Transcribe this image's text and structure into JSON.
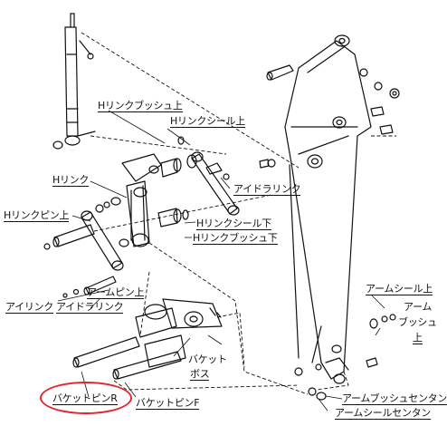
{
  "labels": {
    "h_link_bush_upper": "Hリンクブッシュ上",
    "h_link_seal_upper": "Hリンクシール上",
    "h_link": "Hリンク",
    "idler_link_right": "アイドラリンク",
    "h_link_pin_upper": "Hリンクピン上",
    "h_link_seal_lower": "Hリンクシール下",
    "h_link_bush_lower": "Hリンクブッシュ下",
    "arm_pin_upper": "アームピン上",
    "i_link": "アイリンク",
    "idler_link_left": "アイドラリンク",
    "arm_seal_upper": "アームシール上",
    "arm_bush_upper_1": "アーム",
    "arm_bush_upper_2": "ブッシュ",
    "arm_bush_upper_3": "上",
    "bucket_boss_1": "バケット",
    "bucket_boss_2": "ボス",
    "bucket_pin_r": "バケットピンR",
    "bucket_pin_f": "バケットピンF",
    "arm_bush_center": "アームブッシュセンタン",
    "arm_seal_center": "アームシールセンタン"
  },
  "colors": {
    "line": "#111111",
    "highlight": "#e2262f"
  }
}
